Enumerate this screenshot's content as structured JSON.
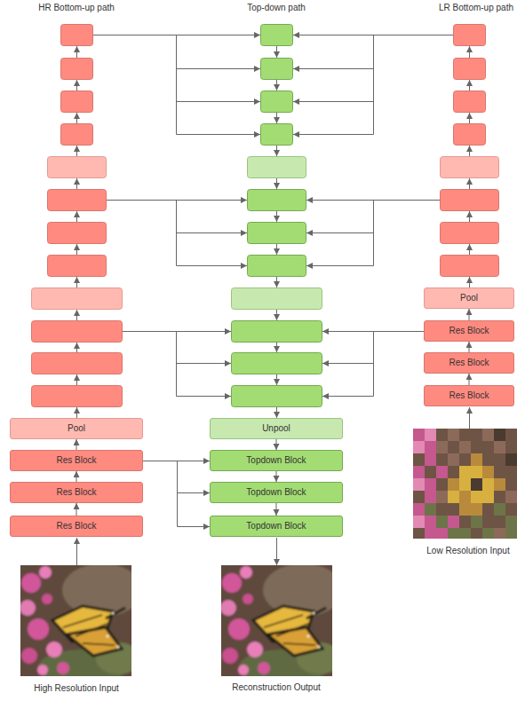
{
  "diagram": {
    "nodes": [
      {
        "text": [
          "Pool"
        ]
      },
      {
        "text": [
          "Res Block"
        ]
      },
      {
        "text": [
          "Res Block"
        ]
      },
      {
        "text": [
          "Res Block"
        ]
      },
      {
        "text": [
          "Pool"
        ]
      },
      {
        "text": [
          "Unpool"
        ]
      },
      {
        "text": [
          "Res Block"
        ]
      },
      {
        "text": [
          "Topdown Block"
        ]
      },
      {
        "text": [
          "Res Block"
        ]
      },
      {
        "text": [
          "Topdown Block"
        ]
      },
      {
        "text": [
          "Res Block"
        ]
      },
      {
        "text": [
          "Topdown Block"
        ]
      }
    ],
    "edges": [
      {
        "from": 10,
        "to": 8,
        "arrow": "to"
      },
      {
        "from": 8,
        "to": 6,
        "arrow": "to"
      },
      {
        "from": 6,
        "to": 4,
        "arrow": "to"
      },
      {
        "from": 3,
        "to": 2,
        "arrow": "to"
      },
      {
        "from": 2,
        "to": 1,
        "arrow": "to"
      },
      {
        "from": 1,
        "to": 0,
        "arrow": "to"
      },
      {
        "from": 5,
        "to": 7,
        "arrow": "to"
      },
      {
        "from": 7,
        "to": 9,
        "arrow": "to"
      },
      {
        "from": 9,
        "to": 11,
        "arrow": "to"
      },
      {
        "from": 6,
        "to": 7,
        "arrow": "to"
      },
      {
        "from": 6,
        "to": 9,
        "arrow": "to"
      },
      {
        "from": 6,
        "to": 11,
        "arrow": "to"
      }
    ],
    "labels": [
      "HR Bottom-up path",
      "Top-down path",
      "LR Bottom-up path",
      "Low Resolution Input",
      "High Resolution Input",
      "Reconstruction Output"
    ]
  }
}
